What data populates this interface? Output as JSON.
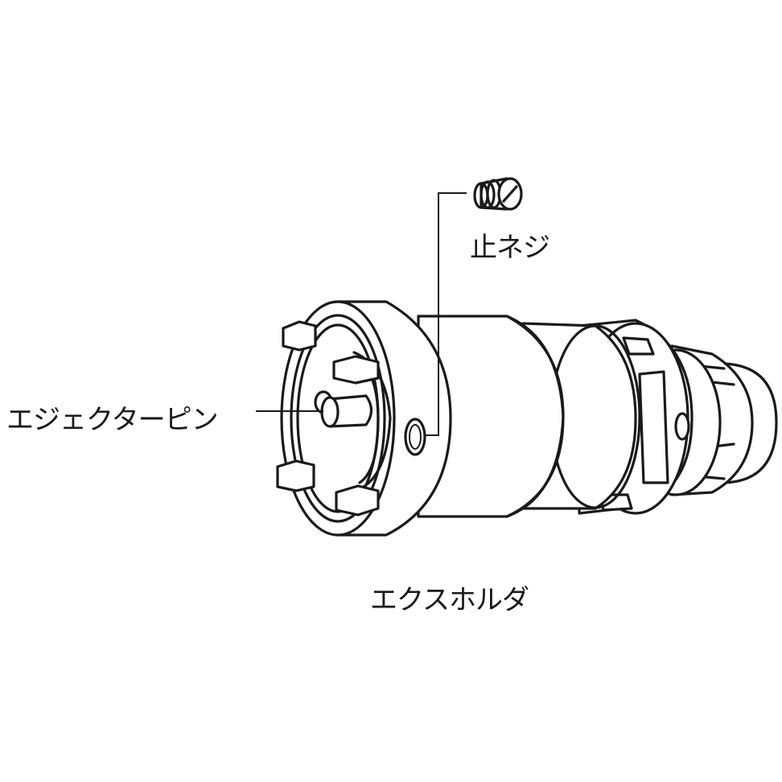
{
  "labels": {
    "set_screw": "止ネジ",
    "ejector_pin": "エジェクターピン",
    "ex_holder": "エクスホルダ"
  },
  "colors": {
    "line": "#1a1a1a",
    "background": "#ffffff"
  }
}
